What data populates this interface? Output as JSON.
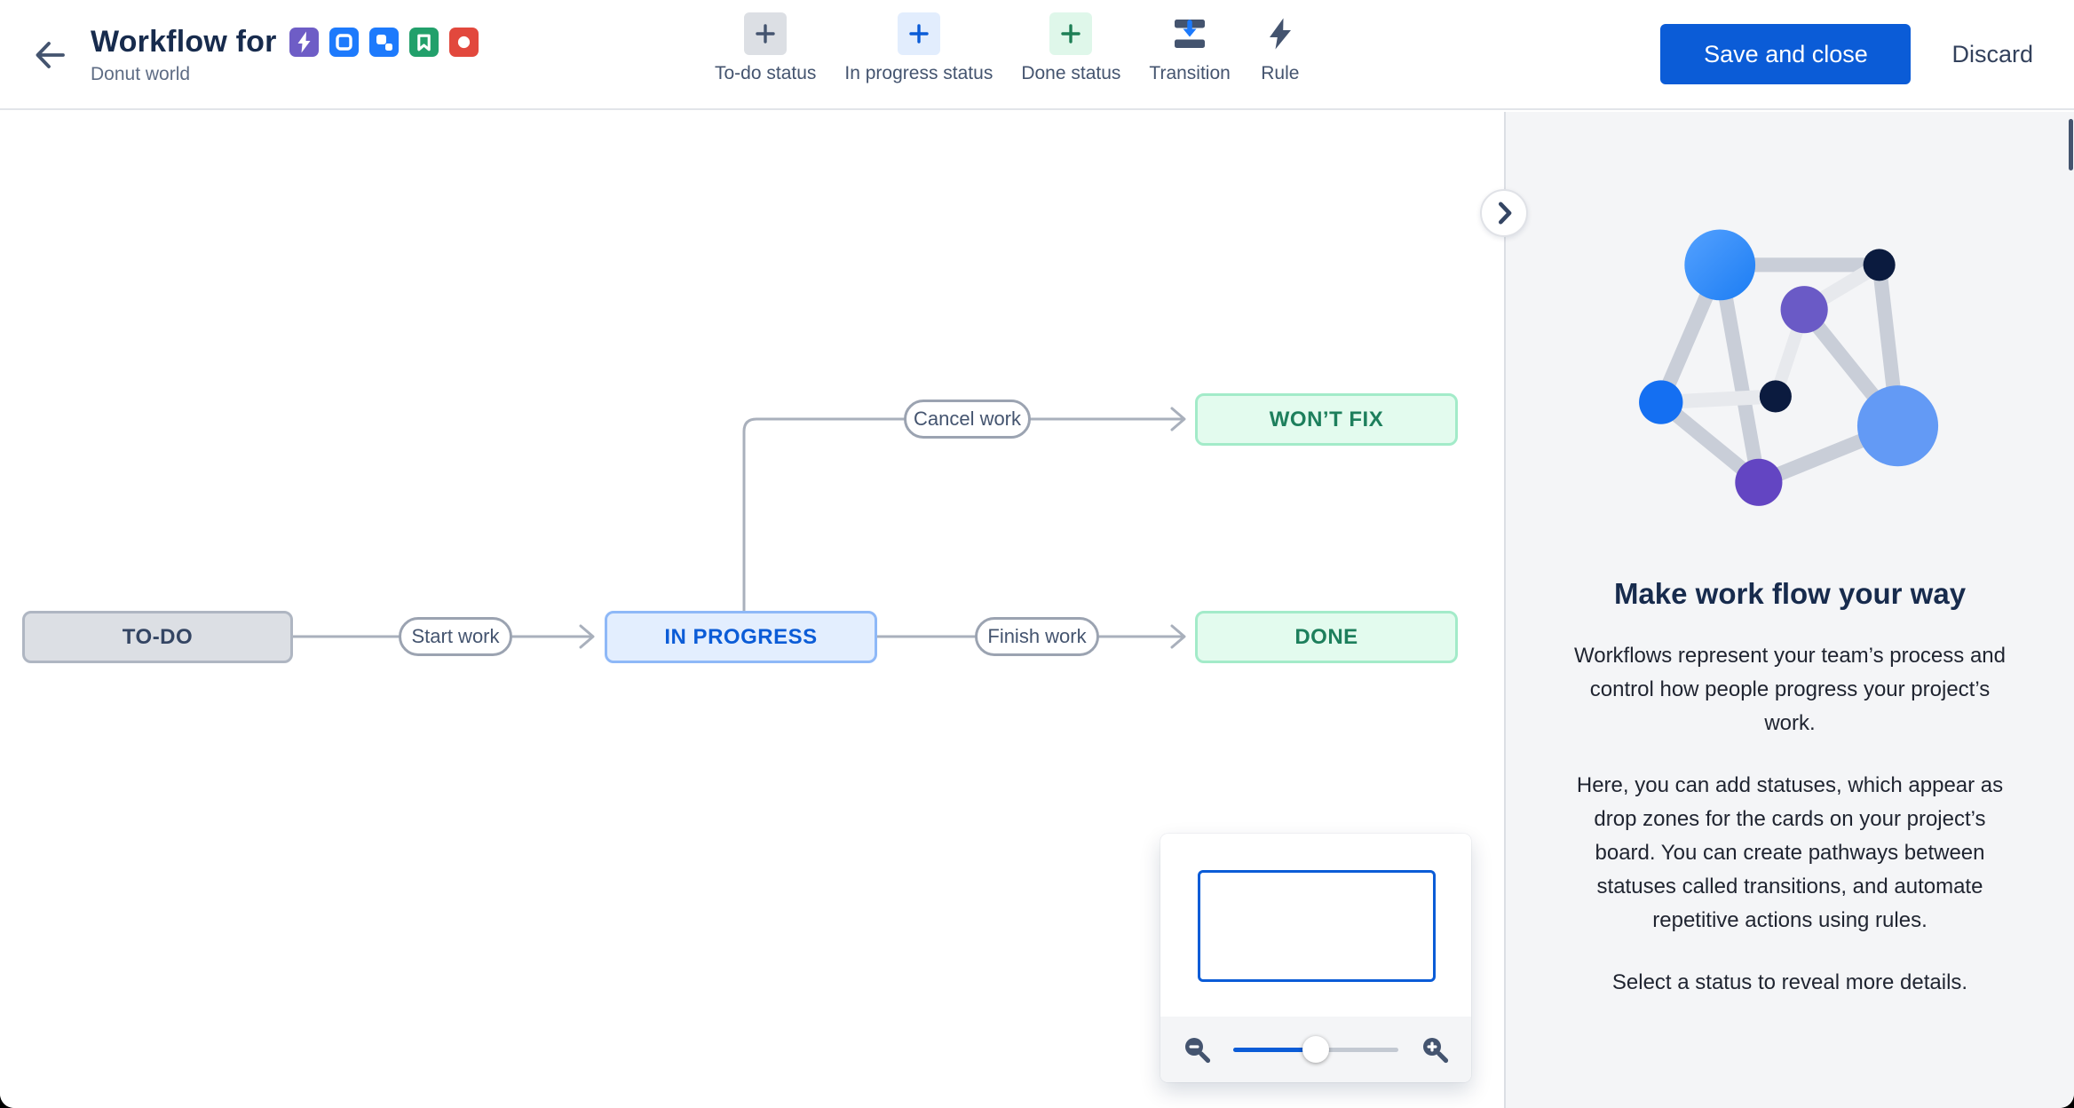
{
  "header": {
    "title": "Workflow for",
    "subtitle": "Donut world",
    "issue_type_icons": [
      {
        "name": "bolt-icon",
        "color": "#6E5DC6"
      },
      {
        "name": "task-icon",
        "color": "#1D7AFC"
      },
      {
        "name": "subtask-icon",
        "color": "#1D7AFC"
      },
      {
        "name": "story-icon",
        "color": "#22A06B"
      },
      {
        "name": "bug-icon",
        "color": "#E2483D"
      }
    ],
    "actions": {
      "save": "Save and close",
      "discard": "Discard"
    }
  },
  "toolbar": {
    "items": [
      {
        "label": "To-do status",
        "icon": "plus-icon",
        "style": "gray"
      },
      {
        "label": "In progress status",
        "icon": "plus-icon",
        "style": "blue"
      },
      {
        "label": "Done status",
        "icon": "plus-icon",
        "style": "green"
      },
      {
        "label": "Transition",
        "icon": "transition-icon",
        "style": "bare"
      },
      {
        "label": "Rule",
        "icon": "lightning-icon",
        "style": "bare"
      }
    ]
  },
  "canvas": {
    "statuses": [
      {
        "label": "TO-DO",
        "category": "todo"
      },
      {
        "label": "IN PROGRESS",
        "category": "inprogress"
      },
      {
        "label": "DONE",
        "category": "done"
      },
      {
        "label": "WON’T FIX",
        "category": "done"
      }
    ],
    "transitions": [
      {
        "label": "Start work",
        "from": "TO-DO",
        "to": "IN PROGRESS"
      },
      {
        "label": "Finish work",
        "from": "IN PROGRESS",
        "to": "DONE"
      },
      {
        "label": "Cancel work",
        "from": "IN PROGRESS",
        "to": "WON’T FIX"
      }
    ]
  },
  "minimap": {
    "slider_position": 0.5,
    "zoom_out_icon": "magnifier-minus-icon",
    "zoom_in_icon": "magnifier-plus-icon"
  },
  "sidebar": {
    "heading": "Make work flow your way",
    "paragraphs": [
      "Workflows represent your team’s process and control how people progress your project’s work.",
      "Here, you can add statuses, which appear as drop zones for the cards on your project’s board. You can create pathways between statuses called transitions, and automate repetitive actions using rules.",
      "Select a status to reveal more details."
    ]
  },
  "colors": {
    "accent-blue": "#0B5CD7",
    "todo-bg": "#DCDFE4",
    "todo-border": "#AFB6C2",
    "todo-text": "#344563",
    "prog-bg": "#E3EEFE",
    "prog-border": "#8EB8F7",
    "prog-text": "#0B5CD7",
    "done-bg": "#E3FBEE",
    "done-border": "#A3EBC9",
    "done-text": "#1D7F5C",
    "line-gray": "#A9B0BC",
    "sidebar-bg": "#F4F5F7"
  }
}
